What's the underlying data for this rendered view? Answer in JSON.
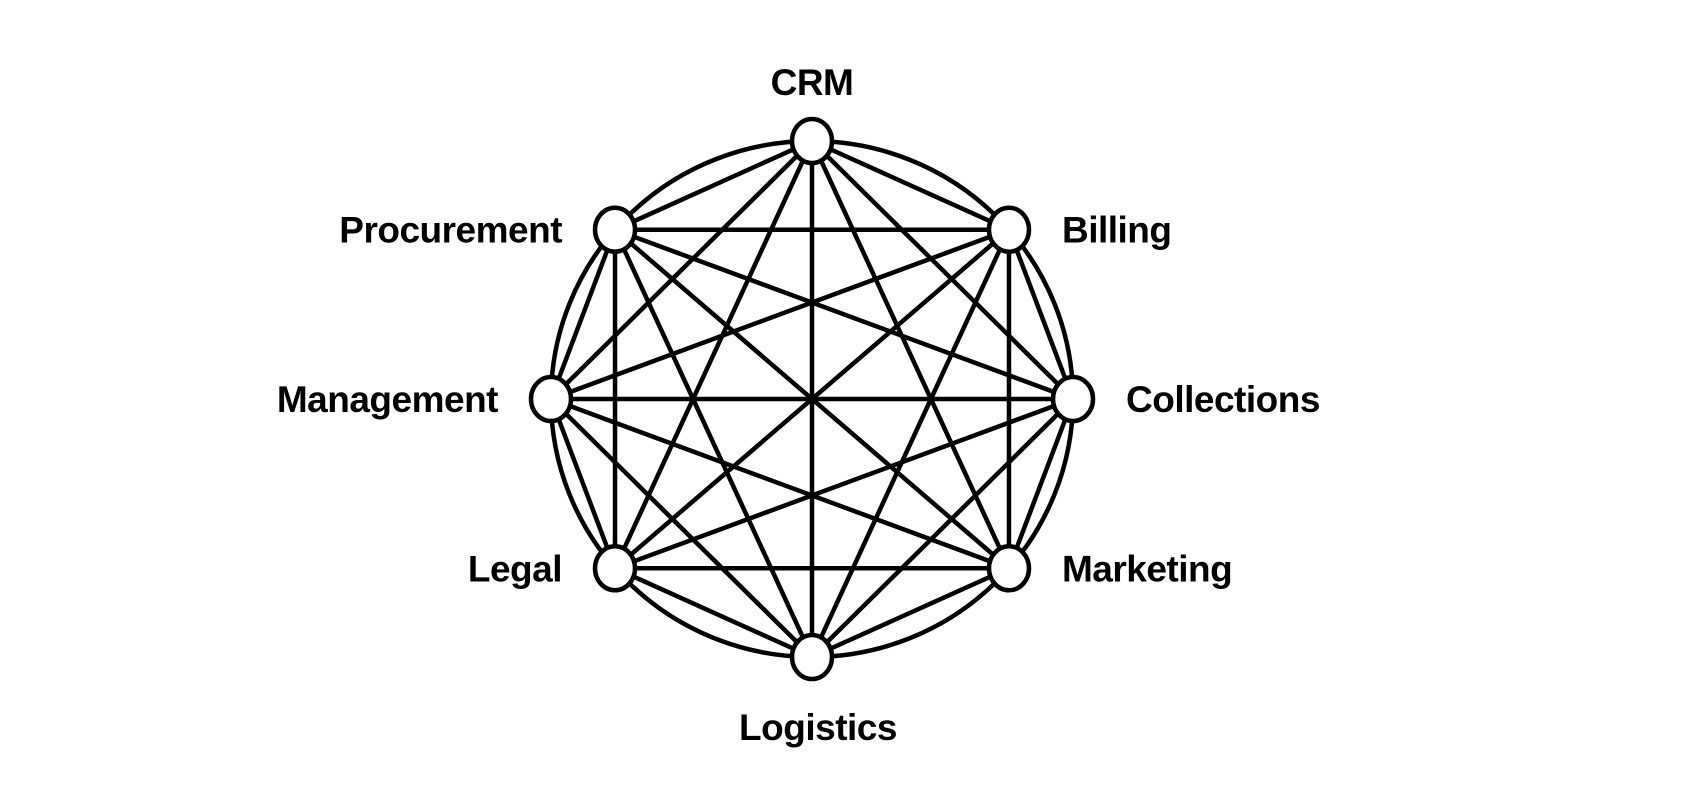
{
  "page": {
    "background": "#ffffff"
  },
  "diagram": {
    "type": "network-graph",
    "description": "Fully connected (complete) network of eight business functions arranged on a circle",
    "topology": "complete-graph-all-pairs-connected",
    "stroke_color": "#000000",
    "node_fill": "#ffffff",
    "nodes": [
      {
        "id": "crm",
        "label": "CRM",
        "angle_deg": 90,
        "label_side": "top"
      },
      {
        "id": "billing",
        "label": "Billing",
        "angle_deg": 41,
        "label_side": "right"
      },
      {
        "id": "collections",
        "label": "Collections",
        "angle_deg": 0,
        "label_side": "right"
      },
      {
        "id": "marketing",
        "label": "Marketing",
        "angle_deg": -41,
        "label_side": "right"
      },
      {
        "id": "logistics",
        "label": "Logistics",
        "angle_deg": -90,
        "label_side": "bottom"
      },
      {
        "id": "legal",
        "label": "Legal",
        "angle_deg": -139,
        "label_side": "left"
      },
      {
        "id": "management",
        "label": "Management",
        "angle_deg": 180,
        "label_side": "left"
      },
      {
        "id": "procurement",
        "label": "Procurement",
        "angle_deg": 139,
        "label_side": "left"
      }
    ],
    "edges": "every-node-connected-to-every-other-node"
  }
}
